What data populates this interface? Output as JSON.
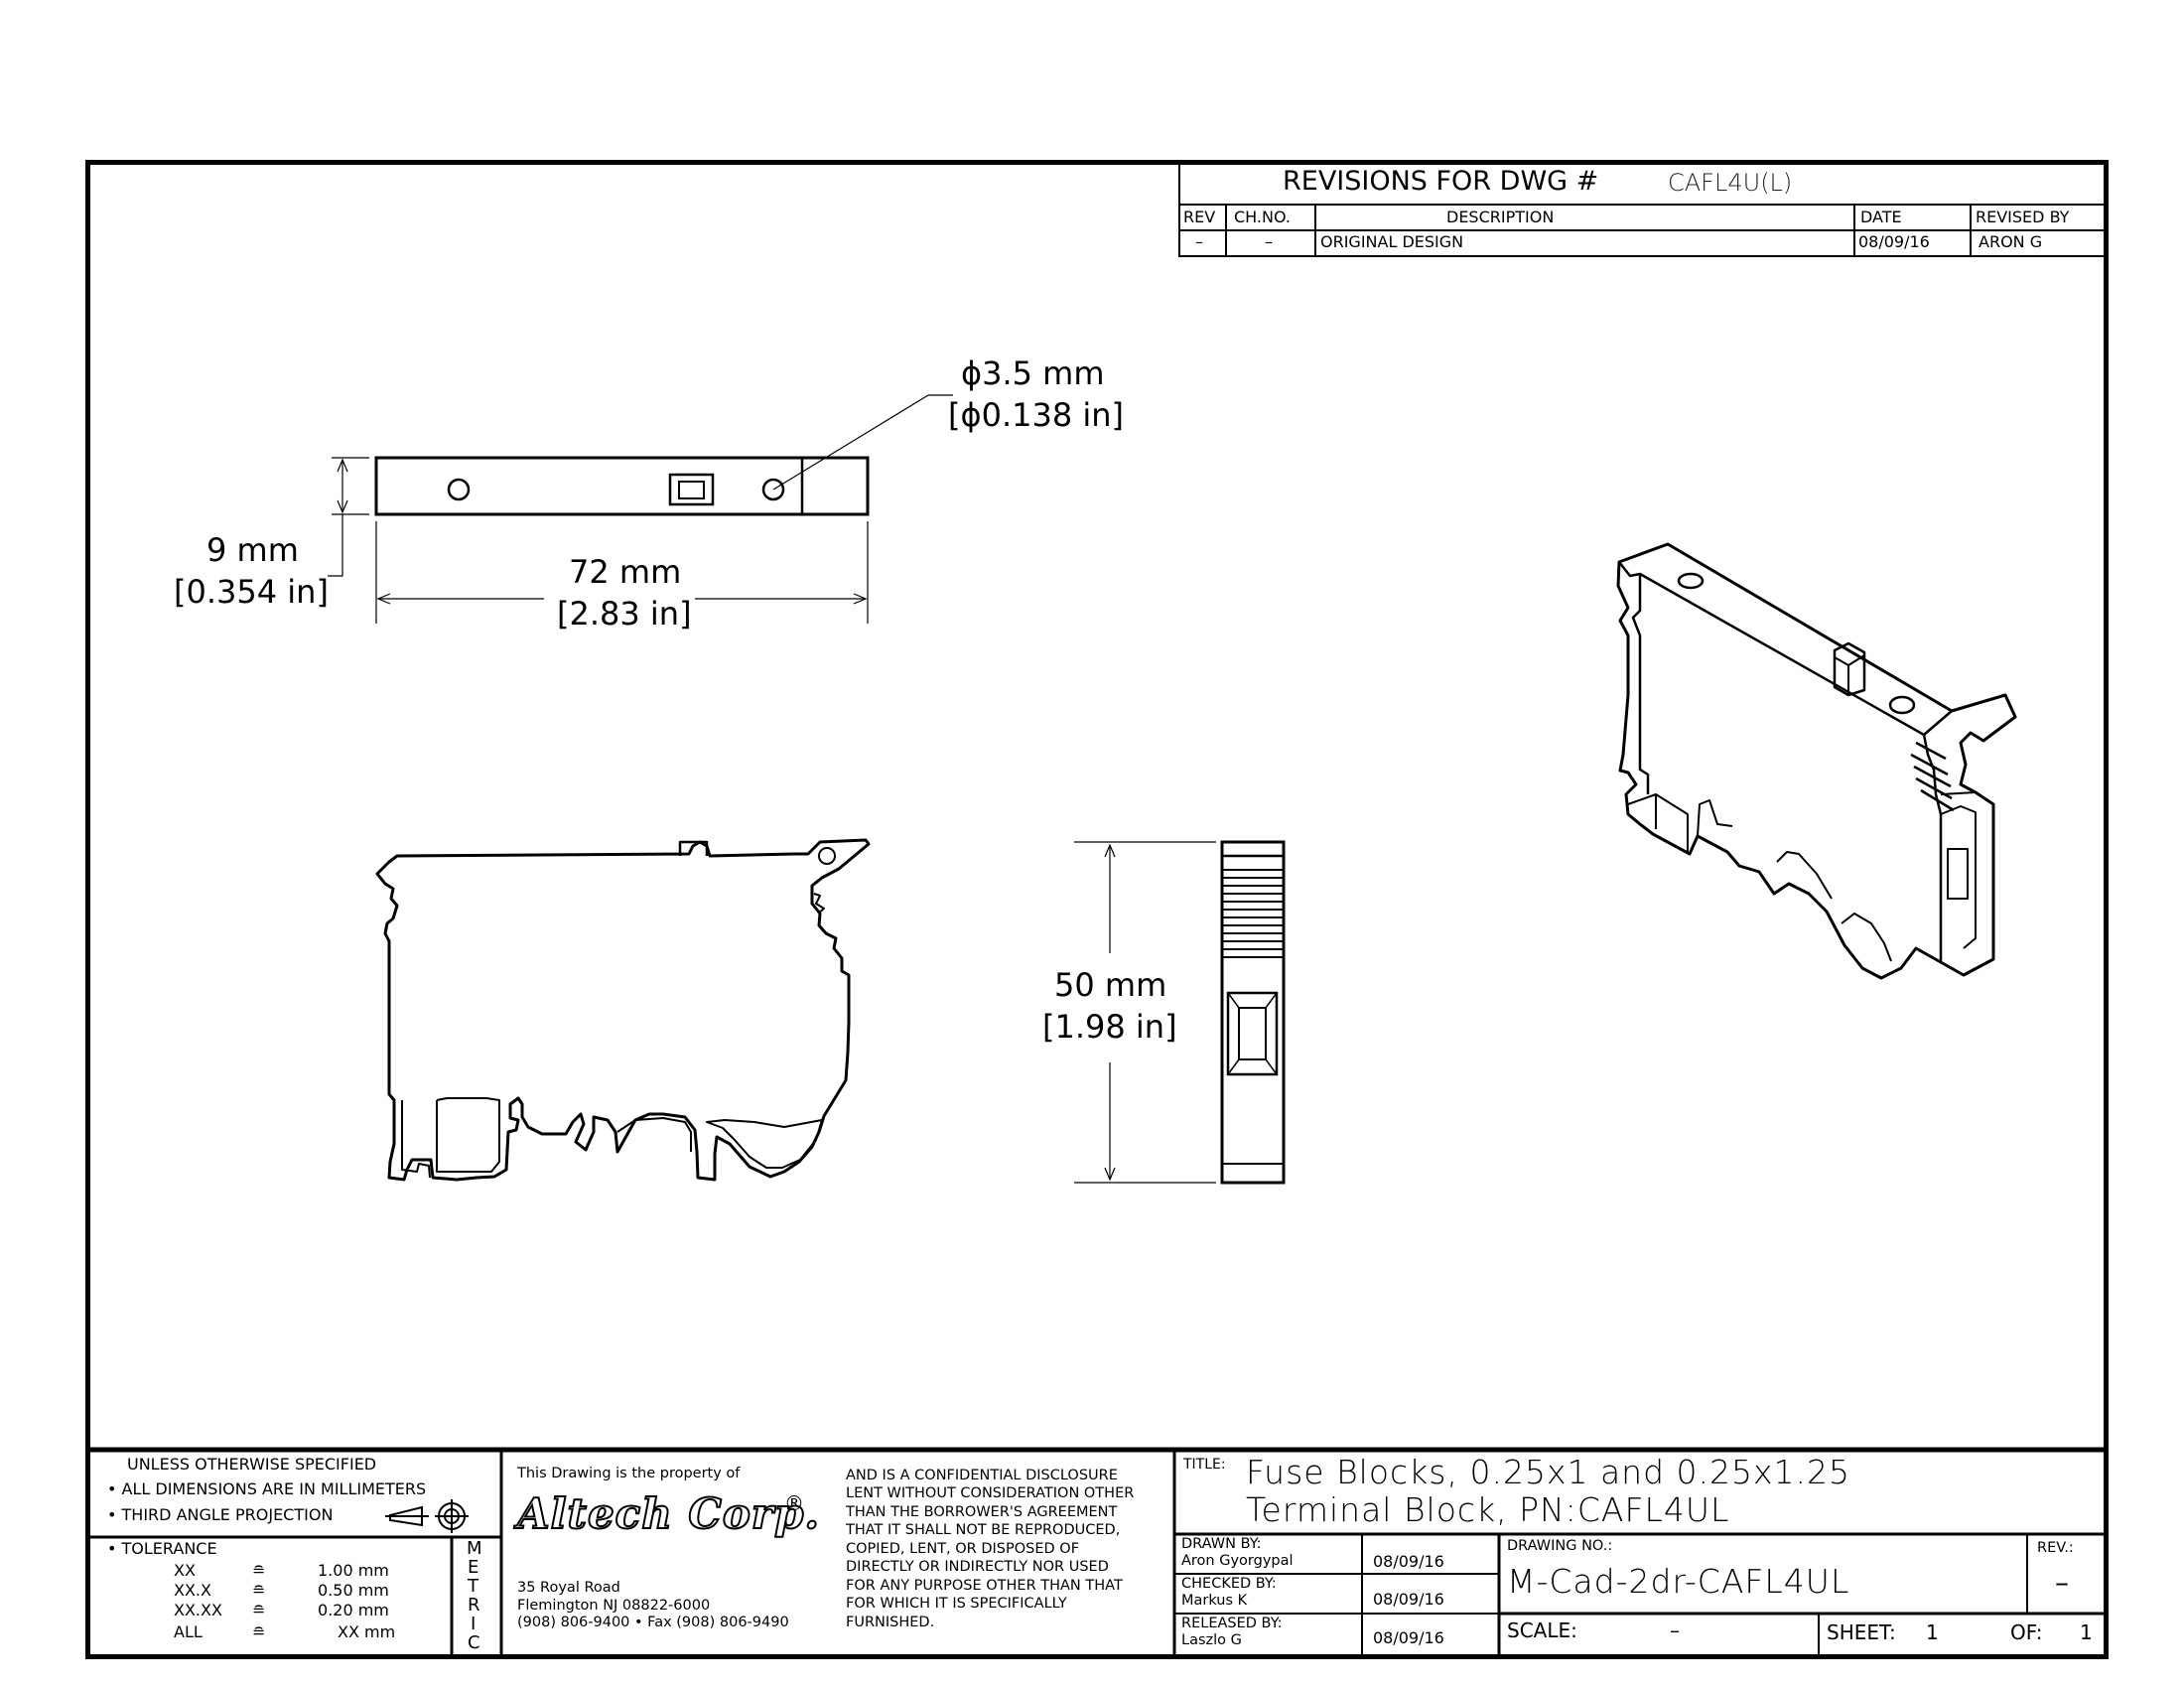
{
  "revisions": {
    "heading": "REVISIONS FOR DWG #",
    "dwg_number": "CAFL4U(L)",
    "columns": [
      "REV",
      "CH.NO.",
      "DESCRIPTION",
      "DATE",
      "REVISED BY"
    ],
    "rows": [
      {
        "rev": "–",
        "chno": "–",
        "description": "ORIGINAL DESIGN",
        "date": "08/09/16",
        "revised_by": "ARON G"
      }
    ]
  },
  "dimensions": {
    "hole_mm": "ϕ3.5 mm",
    "hole_in": "[ϕ0.138 in]",
    "height_mm": "9 mm",
    "height_in": "[0.354 in]",
    "length_mm": "72 mm",
    "length_in": "[2.83 in]",
    "depth_mm": "50 mm",
    "depth_in": "[1.98 in]"
  },
  "notes": {
    "line1": "UNLESS OTHERWISE SPECIFIED",
    "line2": "• ALL DIMENSIONS ARE IN MILLIMETERS",
    "line3": "• THIRD ANGLE PROJECTION",
    "tolerance_label": "• TOLERANCE",
    "tolerances": [
      {
        "key": "XX",
        "sym": "≘",
        "value": "1.00 mm"
      },
      {
        "key": "XX.X",
        "sym": "≘",
        "value": "0.50 mm"
      },
      {
        "key": "XX.XX",
        "sym": "≘",
        "value": "0.20 mm"
      },
      {
        "key": "ALL",
        "sym": "≘",
        "value": "XX mm"
      }
    ],
    "metric": [
      "M",
      "E",
      "T",
      "R",
      "I",
      "C"
    ]
  },
  "company": {
    "property_line": "This Drawing is the property of",
    "logo_text": "Altech Corp.",
    "registered": "®",
    "address1": "35 Royal Road",
    "address2": "Flemington NJ 08822-6000",
    "phone": "(908) 806-9400 • Fax (908) 806-9490"
  },
  "disclaimer": [
    "AND IS A CONFIDENTIAL DISCLOSURE",
    "LENT WITHOUT CONSIDERATION OTHER",
    "THAN THE BORROWER'S AGREEMENT",
    "THAT IT SHALL NOT BE REPRODUCED,",
    "COPIED, LENT, OR DISPOSED OF",
    "DIRECTLY OR INDIRECTLY NOR USED",
    "FOR ANY PURPOSE OTHER THAN THAT",
    "FOR WHICH IT IS SPECIFICALLY",
    "FURNISHED."
  ],
  "title_block": {
    "title_label": "TITLE:",
    "title_line1": "Fuse Blocks, 0.25x1 and 0.25x1.25",
    "title_line2": "Terminal Block, PN:CAFL4UL",
    "drawn_label": "DRAWN BY:",
    "drawn_name": "Aron Gyorgypal",
    "drawn_date": "08/09/16",
    "checked_label": "CHECKED BY:",
    "checked_name": "Markus K",
    "checked_date": "08/09/16",
    "released_label": "RELEASED BY:",
    "released_name": "Laszlo G",
    "released_date": "08/09/16",
    "drawing_no_label": "DRAWING NO.:",
    "drawing_no": "M-Cad-2dr-CAFL4UL",
    "rev_label": "REV.:",
    "rev_value": "–",
    "scale_label": "SCALE:",
    "scale_value": "–",
    "sheet_label": "SHEET:",
    "sheet_value": "1",
    "of_label": "OF:",
    "of_value": "1"
  }
}
